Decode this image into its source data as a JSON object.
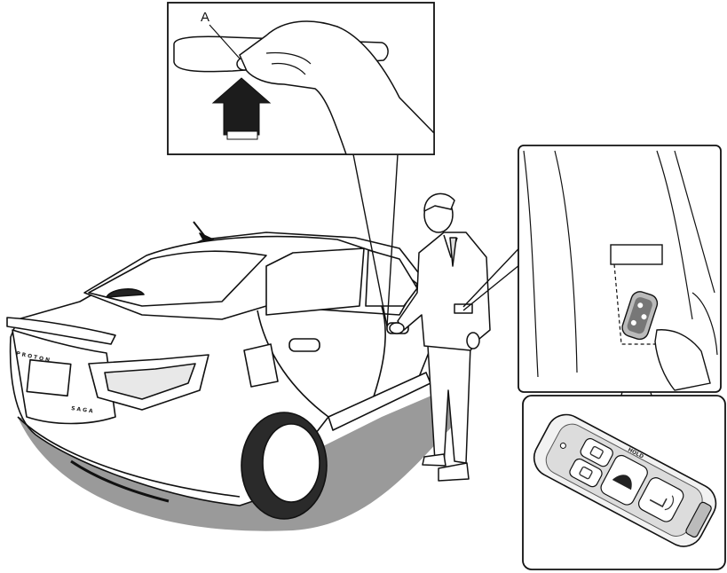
{
  "callout": {
    "label_a": "A"
  },
  "car": {
    "brand_text": "PROTON",
    "model_text": "SAGA"
  },
  "key_fob": {
    "hold_text": "HOLD"
  },
  "colors": {
    "line": "#111111",
    "ground_shadow": "#9a9a9a",
    "tyre": "#2a2a2a",
    "arrow": "#1c1c1c",
    "panel_bg": "#ffffff"
  }
}
